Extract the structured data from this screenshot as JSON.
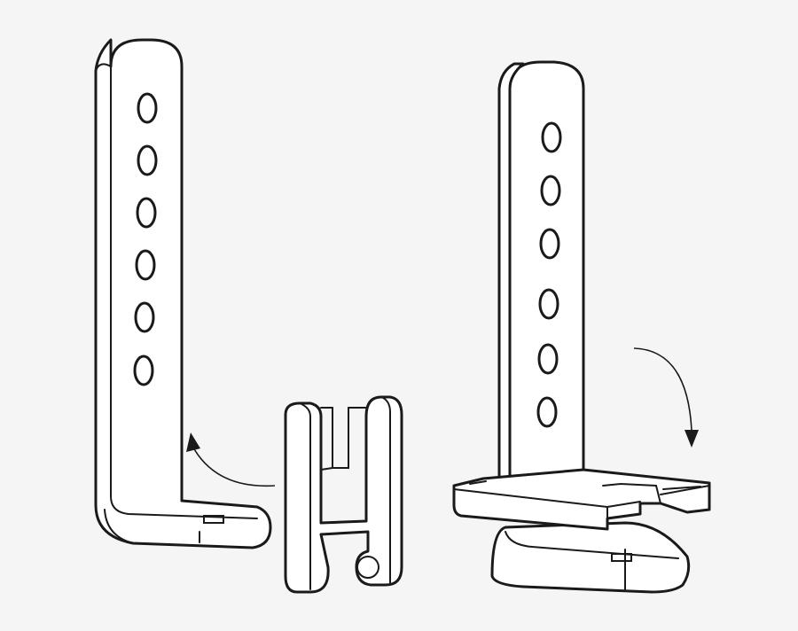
{
  "colors": {
    "background": "#f5f5f5",
    "line": "#1a1a1a",
    "fill": "#ffffff"
  },
  "figure": {
    "parts": [
      "left-bracket",
      "clip",
      "right-bracket-assembled"
    ],
    "arrows": [
      "arrow-left-up",
      "arrow-right-down"
    ]
  }
}
